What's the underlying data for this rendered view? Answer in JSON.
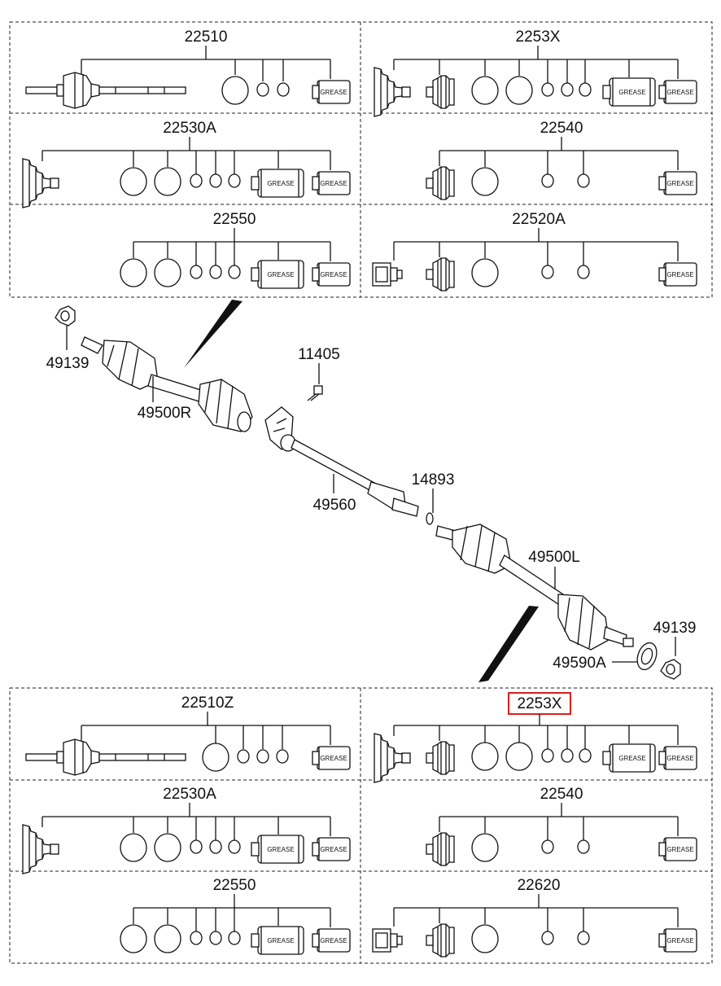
{
  "top_kits": [
    {
      "name": "22510"
    },
    {
      "name": "2253X"
    },
    {
      "name": "22530A"
    },
    {
      "name": "22540"
    },
    {
      "name": "22550"
    },
    {
      "name": "22520A"
    }
  ],
  "bottom_kits": [
    {
      "name": "22510Z"
    },
    {
      "name": "2253X"
    },
    {
      "name": "22530A"
    },
    {
      "name": "22540"
    },
    {
      "name": "22550"
    },
    {
      "name": "22620"
    }
  ],
  "grease_label": "GREASE",
  "callouts": {
    "nut_right": "49139",
    "shaft_right": "49500R",
    "bolt": "11405",
    "intermediate_shaft": "49560",
    "snap_ring": "14893",
    "shaft_left": "49500L",
    "nut_left": "49139",
    "tone_ring": "49590A"
  },
  "highlight": {
    "kit": "2253X",
    "color": "#d62020"
  }
}
